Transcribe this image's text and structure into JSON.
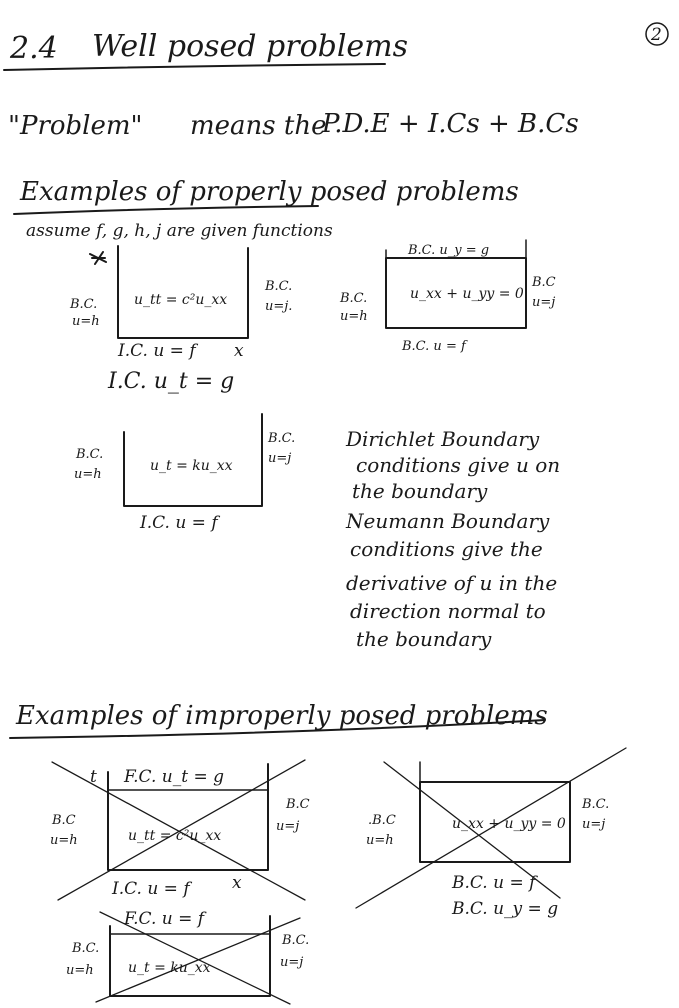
{
  "page_number": "2",
  "section": {
    "number": "2.4",
    "title": "Well posed problems"
  },
  "definition": {
    "quote": "\"Problem\"",
    "means": "means the",
    "expression": "P.D.E + I.Cs + B.Cs"
  },
  "proper": {
    "heading": "Examples of properly posed problems",
    "assume": "assume f, g, h, j are given functions",
    "example1": {
      "t_axis": "t",
      "x_axis": "x",
      "equation": "u_tt = c²u_xx",
      "left_bc": [
        "B.C.",
        "u=h"
      ],
      "right_bc": [
        "B.C.",
        "u=j."
      ],
      "ic1": "I.C. u = f",
      "ic2": "I.C. u_t = g"
    },
    "example2": {
      "equation": "u_xx + u_yy = 0",
      "top_bc": "B.C. u_y = g",
      "left_bc": [
        "B.C.",
        "u=h"
      ],
      "right_bc": [
        "B.C",
        "u=j"
      ],
      "bottom_bc": "B.C. u = f"
    },
    "example3": {
      "equation": "u_t = ku_xx",
      "left_bc": [
        "B.C.",
        "u=h"
      ],
      "right_bc": [
        "B.C.",
        "u=j"
      ],
      "ic": "I.C. u = f"
    },
    "notes": [
      "Dirichlet Boundary",
      "conditions give u on",
      "the boundary",
      "Neumann Boundary",
      "conditions give the",
      "derivative of u in the",
      "direction normal to",
      "the boundary"
    ]
  },
  "improper": {
    "heading": "Examples of improperly posed problems",
    "example1": {
      "t_axis": "t",
      "x_axis": "x",
      "equation": "u_tt = c²u_xx",
      "top_fc": "F.C. u_t = g",
      "left_bc": [
        "B.C",
        "u=h"
      ],
      "right_bc": [
        "B.C",
        "u=j"
      ],
      "ic": "I.C. u = f"
    },
    "example2": {
      "equation": "u_xx + u_yy = 0",
      "left_bc": [
        ".B.C",
        "u=h"
      ],
      "right_bc": [
        "B.C.",
        "u=j"
      ],
      "bottom_bc1": "B.C. u = f",
      "bottom_bc2": "B.C. u_y = g"
    },
    "example3": {
      "equation": "u_t = ku_xx",
      "top_fc": "F.C. u = f",
      "left_bc": [
        "B.C.",
        "u=h"
      ],
      "right_bc": [
        "B.C.",
        "u=j"
      ]
    }
  },
  "colors": {
    "ink": "#1a1a1a",
    "paper": "#ffffff"
  }
}
